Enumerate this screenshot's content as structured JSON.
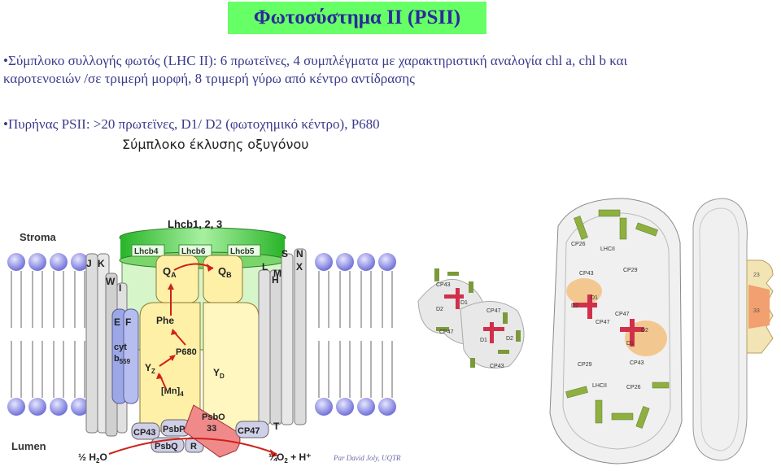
{
  "title": "Φωτοσύστημα II (PSII)",
  "bullets": [
    "•Σύμπλοκο συλλογής φωτός  (LHC II): 6 πρωτεϊνες, 4 συμπλέγματα με χαρακτηριστική αναλογία chl a, chl b και καροτενοειών /σε τριμερή μορφή, 8 τριμερή γύρω από κέντρο αντίδρασης",
    "•Πυρήνας PSII: >20 πρωτεϊνες, D1/ D2 (φωτοχημικό κέντρο), P680"
  ],
  "subline": "Σύμπλοκο έκλυσης οξυγόνου",
  "diagram": {
    "stroma": "Stroma",
    "lumen": "Lumen",
    "lhcb123": "Lhcb1, 2, 3",
    "lhcb4": "Lhcb4",
    "lhcb6": "Lhcb6",
    "lhcb5": "Lhcb5",
    "qa": "Q",
    "qa_sub": "A",
    "qb": "Q",
    "qb_sub": "B",
    "phe": "Phe",
    "p680": "P680",
    "yz": "Y",
    "yz_sub": "Z",
    "yd": "Y",
    "yd_sub": "D",
    "mn": "[Mn]",
    "mn_sub": "4",
    "cyt": "cyt",
    "cyt_b": "b",
    "cyt_sub": "559",
    "e": "E",
    "f": "F",
    "j": "J",
    "k": "K",
    "w": "W",
    "i": "I",
    "l": "L",
    "m": "M",
    "h": "H",
    "s": "S",
    "n": "N",
    "x": "X",
    "t": "T",
    "cp43": "CP43",
    "cp47": "CP47",
    "psbp": "PsbP",
    "psbq": "PsbQ",
    "psbo": "PsbO",
    "psbo_num": "33",
    "r": "R",
    "h2o": "½ H",
    "h2o_sub": "2",
    "h2o_end": "O",
    "o2": "¼O",
    "o2_sub": "2",
    "o2_end": " + H⁺",
    "credit": "Par David Joly, UQTR"
  },
  "structure_labels": {
    "d1": "D1",
    "d2": "D2",
    "cp43": "CP43",
    "cp47": "CP47",
    "cp26": "CP26",
    "cp29": "CP29",
    "lhcii": "LHCII",
    "n23": "23",
    "n33": "33"
  }
}
